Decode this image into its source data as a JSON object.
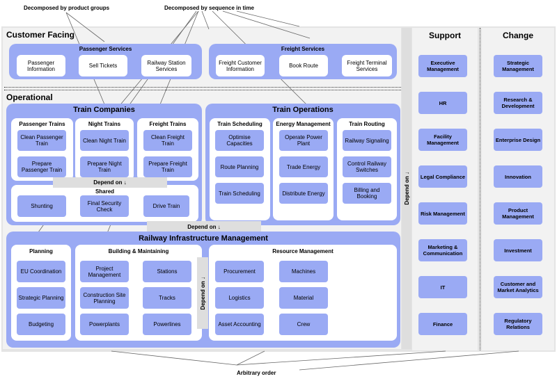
{
  "annotations": {
    "product_groups": "Decomposed by product groups",
    "sequence_in_time": "Decomposed by sequence in time",
    "arbitrary_order": "Arbitrary order"
  },
  "customer_facing": {
    "title": "Customer Facing",
    "passenger_services": {
      "title": "Passenger Services",
      "items": [
        "Passenger Information",
        "Sell Tickets",
        "Railway Station Services"
      ]
    },
    "freight_services": {
      "title": "Freight Services",
      "items": [
        "Freight Customer Information",
        "Book Route",
        "Freight Terminal Services"
      ]
    }
  },
  "operational": {
    "title": "Operational",
    "train_companies": {
      "title": "Train Companies",
      "passenger_trains": {
        "title": "Passenger Trains",
        "items": [
          "Clean Passenger Train",
          "Prepare Passenger Train"
        ]
      },
      "night_trains": {
        "title": "Night Trains",
        "items": [
          "Clean Night Train",
          "Prepare Night Train"
        ]
      },
      "freight_trains": {
        "title": "Freight Trains",
        "items": [
          "Clean Freight Train",
          "Prepare Freight Train"
        ]
      },
      "depend_on": "Depend on ↓",
      "shared": {
        "title": "Shared",
        "items": [
          "Shunting",
          "Final Security Check",
          "Drive Train"
        ]
      }
    },
    "train_operations": {
      "title": "Train Operations",
      "train_scheduling": {
        "title": "Train Scheduling",
        "items": [
          "Optimise Capacities",
          "Route Planning",
          "Train Scheduling"
        ]
      },
      "energy_management": {
        "title": "Energy Management",
        "items": [
          "Operate Power Plant",
          "Trade Energy",
          "Distribute Energy"
        ]
      },
      "train_routing": {
        "title": "Train Routing",
        "items": [
          "Railway Signaling",
          "Control Railway Switches",
          "Billing and Booking"
        ]
      }
    },
    "depend_on_middle": "Depend on ↓",
    "infrastructure": {
      "title": "Railway Infrastructure Management",
      "planning": {
        "title": "Planning",
        "items": [
          "EU Coordination",
          "Strategic Planning",
          "Budgeting"
        ]
      },
      "building": {
        "title": "Building & Maintaining",
        "col1": [
          "Project Management",
          "Construction Site Planning",
          "Powerplants"
        ],
        "col2": [
          "Stations",
          "Tracks",
          "Powerlines"
        ]
      },
      "depend_on": "Depend on ↓",
      "resource": {
        "title": "Resource Management",
        "col1": [
          "Procurement",
          "Logistics",
          "Asset Accounting"
        ],
        "col2": [
          "Machines",
          "Material",
          "Crew"
        ]
      }
    }
  },
  "depend_on_right": "Depend on ↓",
  "support": {
    "title": "Support",
    "items": [
      "Executive Management",
      "HR",
      "Facility Management",
      "Legal Compliance",
      "Risk Management",
      "Marketing & Communication",
      "IT",
      "Finance"
    ]
  },
  "change": {
    "title": "Change",
    "items": [
      "Strategic Management",
      "Research & Development",
      "Enterprise Design",
      "Innovation",
      "Product Management",
      "Investment",
      "Customer and Market Analytics",
      "Regulatory Relations"
    ]
  }
}
